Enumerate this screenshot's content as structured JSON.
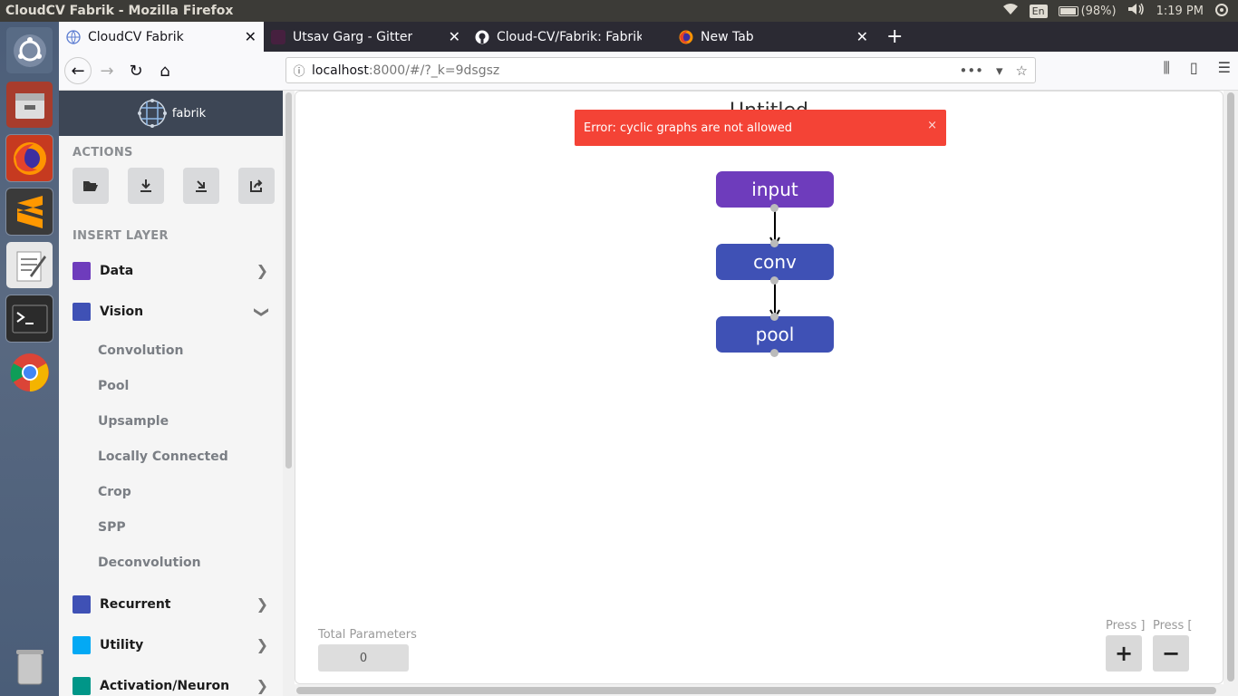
{
  "system": {
    "window_title": "CloudCV Fabrik - Mozilla Firefox",
    "lang": "En",
    "battery": "(98%)",
    "time": "1:19 PM"
  },
  "tabs": [
    {
      "label": "CloudCV Fabrik",
      "active": true
    },
    {
      "label": "Utsav Garg - Gitter",
      "active": false
    },
    {
      "label": "Cloud-CV/Fabrik: Fabrik -",
      "active": false
    },
    {
      "label": "New Tab",
      "active": false
    }
  ],
  "url": {
    "host": "localhost",
    "rest": ":8000/#/?_k=9dsgsz"
  },
  "sidebar": {
    "brand": "fabrik",
    "actions_title": "ACTIONS",
    "insert_title": "INSERT LAYER",
    "layers": [
      {
        "label": "Data",
        "color": "#6e3cbc"
      },
      {
        "label": "Vision",
        "color": "#3f51b5"
      },
      {
        "label": "Recurrent",
        "color": "#3f51b5"
      },
      {
        "label": "Utility",
        "color": "#03a9f4"
      },
      {
        "label": "Activation/Neuron",
        "color": "#009688"
      }
    ],
    "vision_items": [
      "Convolution",
      "Pool",
      "Upsample",
      "Locally Connected",
      "Crop",
      "SPP",
      "Deconvolution"
    ]
  },
  "canvas": {
    "title": "Untitled",
    "error": "Error: cyclic graphs are not allowed",
    "error_close": "×",
    "nodes": [
      {
        "label": "input",
        "color": "#6e3cbc"
      },
      {
        "label": "conv",
        "color": "#3f51b5"
      },
      {
        "label": "pool",
        "color": "#3f51b5"
      }
    ],
    "params_label": "Total Parameters",
    "params_value": "0",
    "zoom_in_hint": "Press ]",
    "zoom_out_hint": "Press [",
    "zoom_in": "+",
    "zoom_out": "−"
  }
}
